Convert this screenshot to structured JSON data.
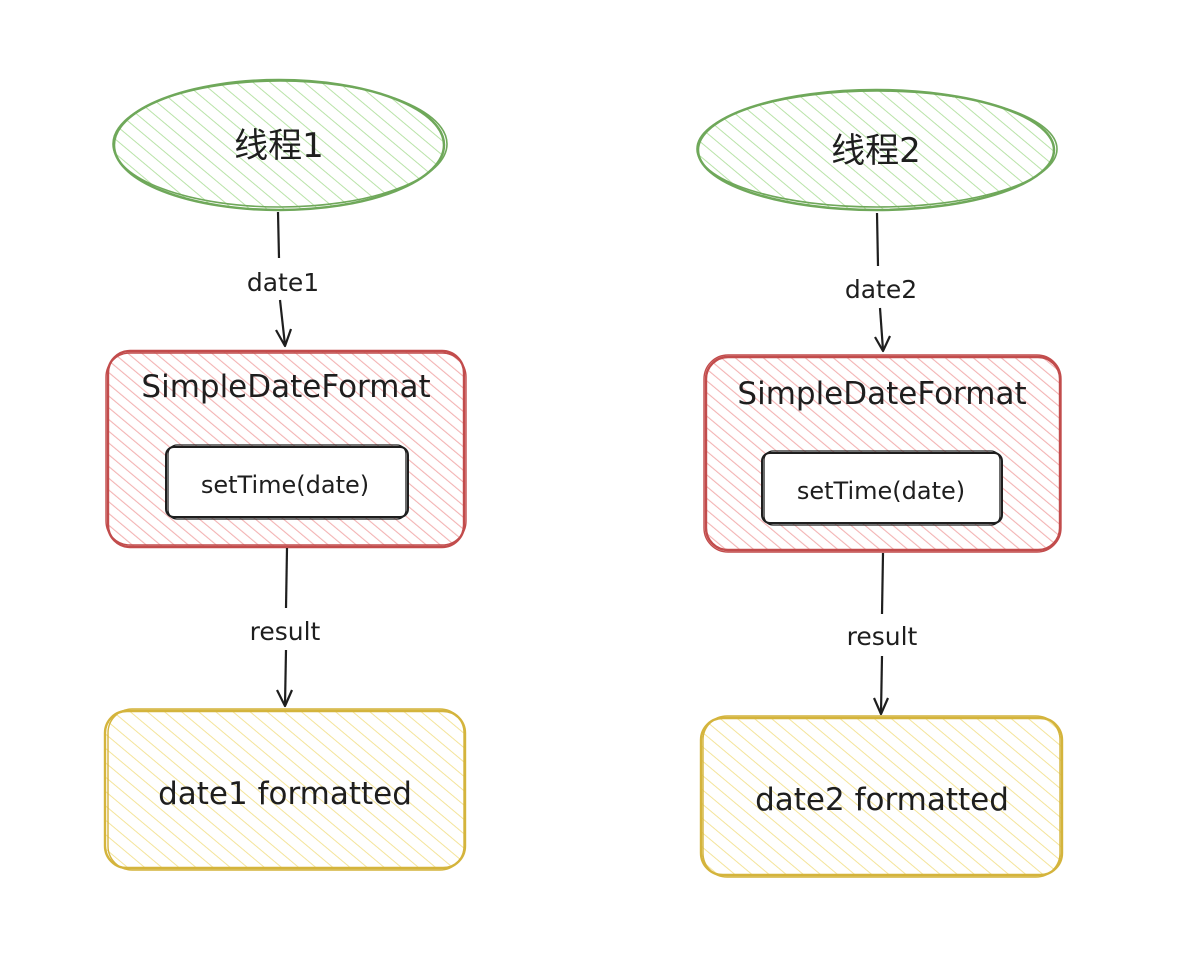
{
  "columns": [
    {
      "thread": {
        "label": "线程1"
      },
      "input_edge": {
        "label": "date1"
      },
      "formatter": {
        "class_label": "SimpleDateFormat",
        "method_label": "setTime(date)"
      },
      "output_edge": {
        "label": "result"
      },
      "output": {
        "label": "date1 formatted"
      }
    },
    {
      "thread": {
        "label": "线程2"
      },
      "input_edge": {
        "label": "date2"
      },
      "formatter": {
        "class_label": "SimpleDateFormat",
        "method_label": "setTime(date)"
      },
      "output_edge": {
        "label": "result"
      },
      "output": {
        "label": "date2 formatted"
      }
    }
  ],
  "colors": {
    "thread_stroke": "#6fa85a",
    "thread_hatch": "#b9e3a8",
    "formatter_stroke": "#c24c4c",
    "formatter_hatch": "#f3b3b3",
    "output_stroke": "#d4b43c",
    "output_hatch": "#f4e49a",
    "ink": "#1e1e1e"
  }
}
